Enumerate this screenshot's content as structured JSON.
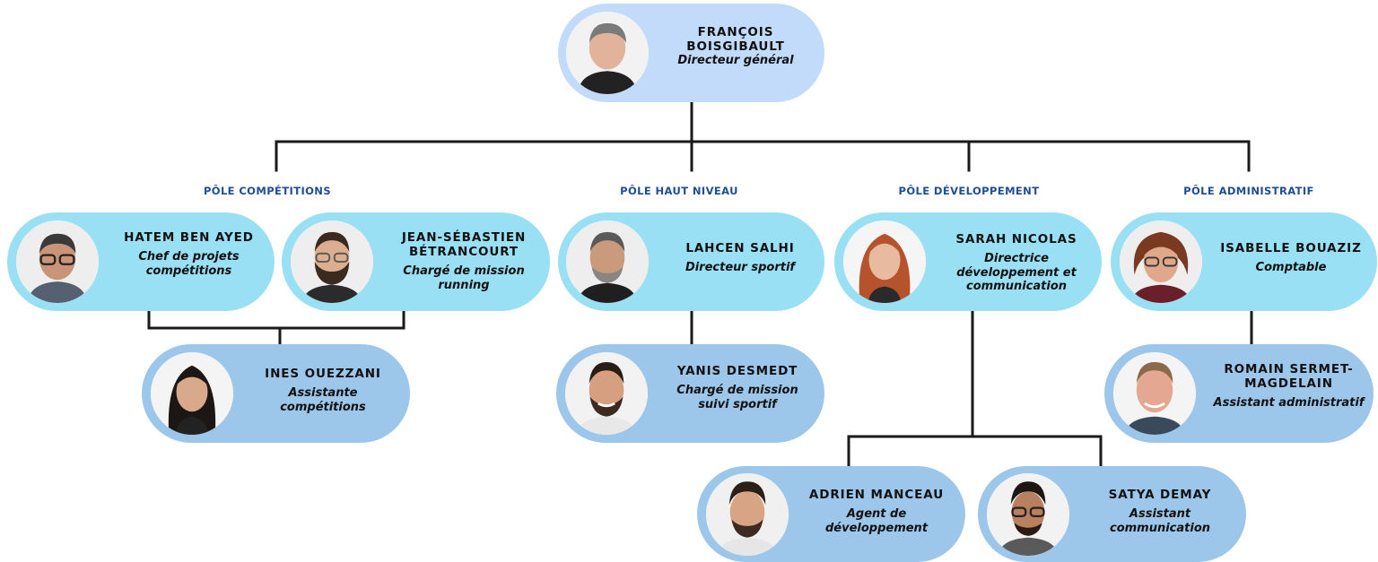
{
  "director": {
    "name": "FRANÇOIS BOISGIBAULT",
    "role": "Directeur général"
  },
  "poles": {
    "competitions": "PÔLE COMPÉTITIONS",
    "haut_niveau": "PÔLE HAUT NIVEAU",
    "developpement": "PÔLE DÉVELOPPEMENT",
    "administratif": "PÔLE ADMINISTRATIF"
  },
  "people": {
    "hatem": {
      "name": "HATEM BEN AYED",
      "role": "Chef de projets compétitions"
    },
    "jean": {
      "name": "JEAN-SÉBASTIEN BÉTRANCOURT",
      "role": "Chargé de mission running"
    },
    "ines": {
      "name": "INES OUEZZANI",
      "role": "Assistante compétitions"
    },
    "lahcen": {
      "name": "LAHCEN SALHI",
      "role": "Directeur sportif"
    },
    "yanis": {
      "name": "YANIS DESMEDT",
      "role": "Chargé de mission suivi sportif"
    },
    "sarah": {
      "name": "SARAH NICOLAS",
      "role": "Directrice développement et communication"
    },
    "adrien": {
      "name": "ADRIEN MANCEAU",
      "role": "Agent de développement"
    },
    "satya": {
      "name": "SATYA DEMAY",
      "role": "Assistant communication"
    },
    "isabelle": {
      "name": "ISABELLE BOUAZIZ",
      "role": "Comptable"
    },
    "romain": {
      "name": "ROMAIN SERMET-MAGDELAIN",
      "role": "Assistant administratif"
    }
  },
  "colors": {
    "director_card": "#c3dbfa",
    "manager_card": "#99e0f5",
    "staff_card": "#9cc7ea",
    "pole_label": "#1f4f93",
    "connector": "#1a1a1a"
  }
}
